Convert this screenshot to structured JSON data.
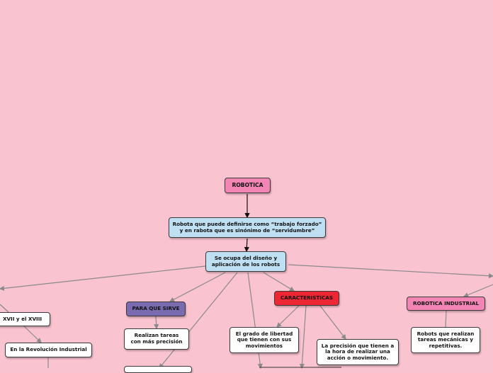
{
  "colors": {
    "background": "#f9c3cf",
    "root": "#f285b4",
    "definition": "#bfe0f3",
    "purpose": "#7a6bb0",
    "characteristics": "#ec2733",
    "leaf": "#ffffff"
  },
  "nodes": {
    "root": "ROBOTICA",
    "definition": "Robota que puede definirse como “trabajo forzado”\ny en rabota que es sinónimo de “servidumbre”",
    "scope": "Se ocupa del diseño y\naplicación de los robots",
    "history": "XVII y el XVIII",
    "revolution": "En la Revolución Industrial",
    "purpose": "PARA QUE SIRVE",
    "purpose_detail": "Realizan tareas\ncon más precisión",
    "characteristics": "CARACTERISTICAS",
    "freedom": "El grado de libertad\nque tienen con sus\nmovimientos",
    "precision": "La precisión que tienen a\nla hora de realizar una\nacción o movimiento.",
    "industrial": "ROBOTICA INDUSTRIAL",
    "industrial_detail": "Robots que realizan\ntareas mecánicas y\nrepetitivas."
  }
}
